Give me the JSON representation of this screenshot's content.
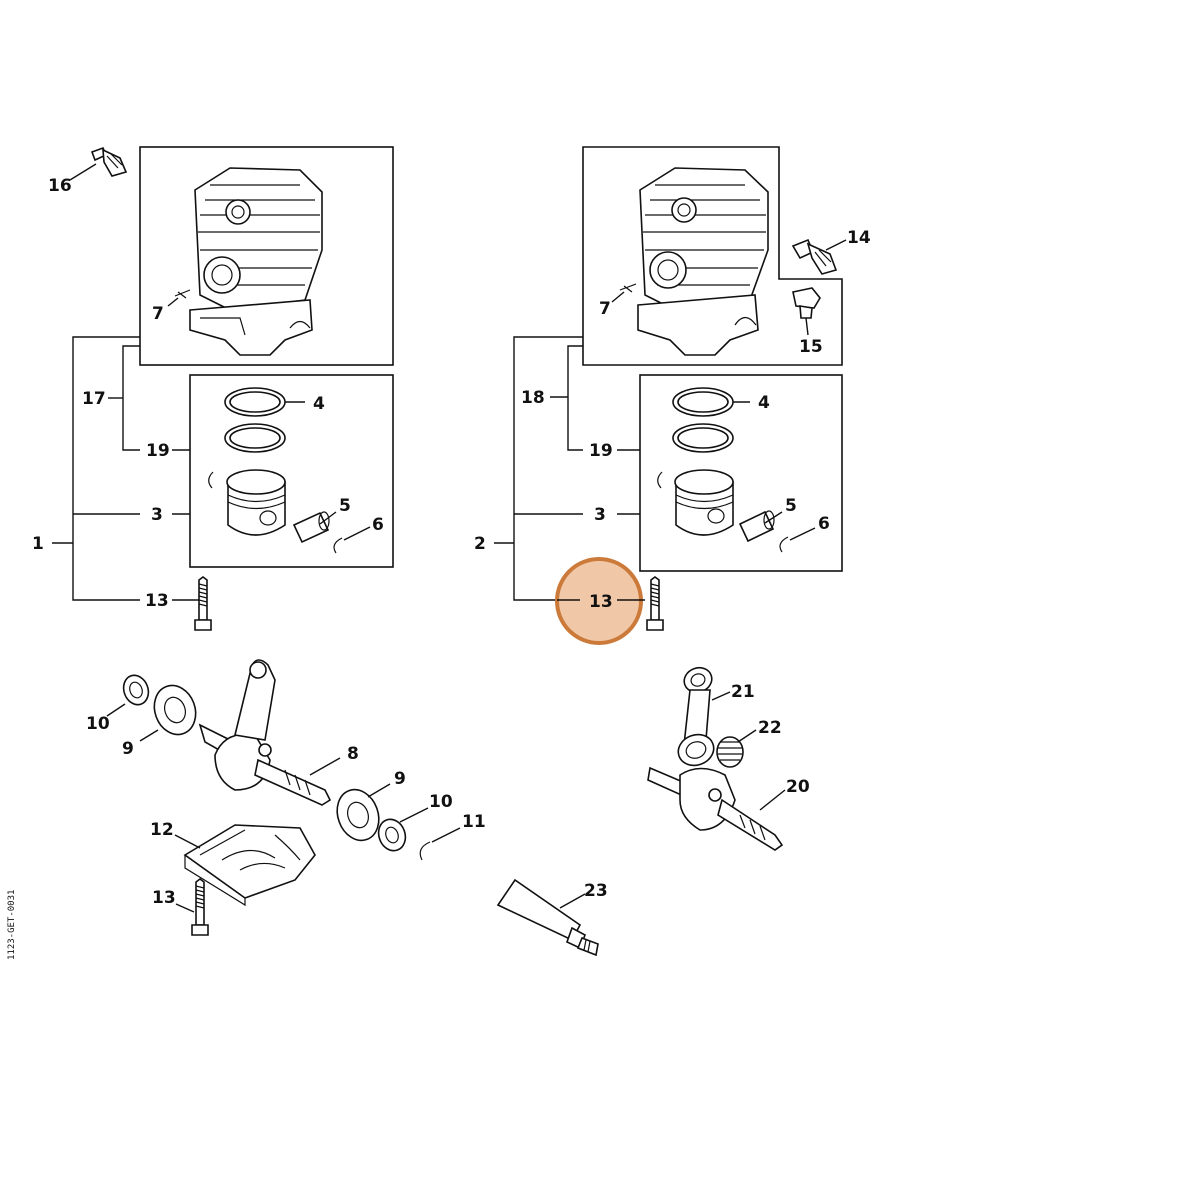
{
  "labels": {
    "left": {
      "p16": "16",
      "p7": "7",
      "p17": "17",
      "p19": "19",
      "p4": "4",
      "p3": "3",
      "p5": "5",
      "p6": "6",
      "p1": "1",
      "p13": "13"
    },
    "right": {
      "p14": "14",
      "p7": "7",
      "p15": "15",
      "p18": "18",
      "p19": "19",
      "p4": "4",
      "p3": "3",
      "p5": "5",
      "p6": "6",
      "p2": "2",
      "p13": "13"
    },
    "bottom": {
      "p10a": "10",
      "p9a": "9",
      "p8": "8",
      "p9b": "9",
      "p10b": "10",
      "p11": "11",
      "p12": "12",
      "p13": "13",
      "p21": "21",
      "p22": "22",
      "p20": "20",
      "p23": "23"
    }
  },
  "doc_code": "1123-GET-0031",
  "highlight": {
    "label": "13",
    "color": "#cc7a3a",
    "fill": "#f0c8a8"
  }
}
